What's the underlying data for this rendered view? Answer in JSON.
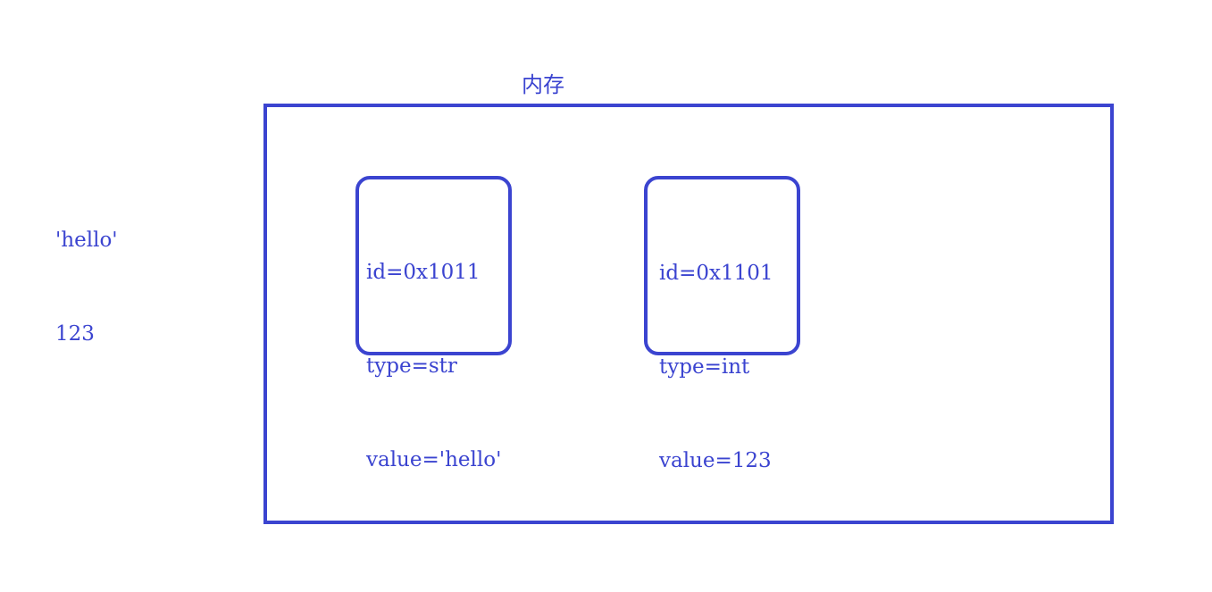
{
  "outside": {
    "line1": "'hello'",
    "line2": "123"
  },
  "memory": {
    "title": "内存"
  },
  "objects": [
    {
      "id": "id=0x1011",
      "type": "type=str",
      "value": "value='hello'"
    },
    {
      "id": "id=0x1101",
      "type": "type=int",
      "value": "value=123"
    }
  ],
  "colors": {
    "stroke": "#3b44d0",
    "text": "#3b44d0",
    "background": "#ffffff"
  }
}
